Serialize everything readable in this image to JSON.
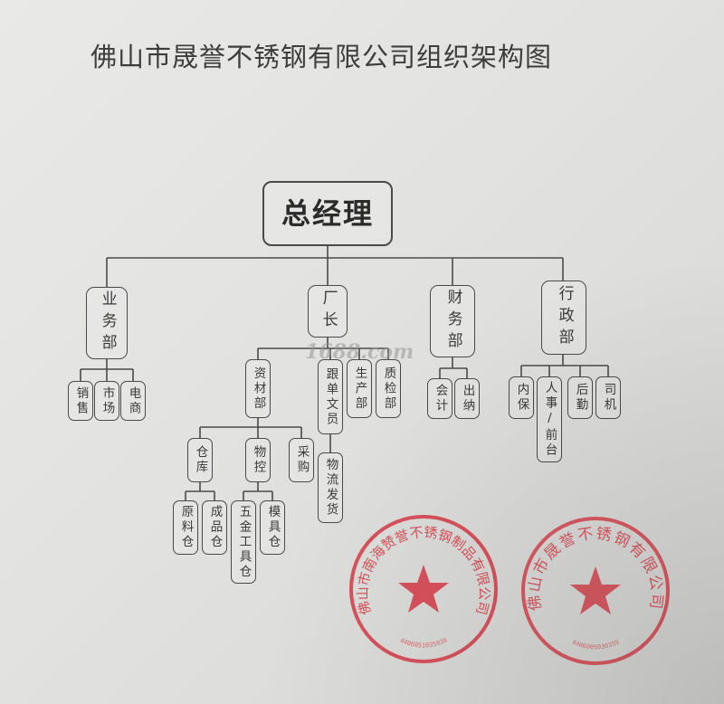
{
  "title": "佛山市晟誉不锈钢有限公司组织架构图",
  "watermark": "1688.com",
  "nodes": {
    "gm": "总经理",
    "sales": "业务部",
    "factory": "厂长",
    "finance": "财务部",
    "admin": "行政部",
    "sales_sub": [
      "销售",
      "市场",
      "电商"
    ],
    "factory_sub": [
      "资材部",
      "跟单文员",
      "生产部",
      "质检部"
    ],
    "logistics": "物流发货",
    "materials_sub": [
      "仓库",
      "物控",
      "采购"
    ],
    "warehouse_sub": [
      "原料仓",
      "成品仓"
    ],
    "control_sub": [
      "五金工具仓",
      "模具仓"
    ],
    "finance_sub": [
      "会计",
      "出纳"
    ],
    "admin_sub": [
      "内保",
      "人事/前台",
      "后勤",
      "司机"
    ]
  },
  "stamps": {
    "left_text": "佛山市南海赞誉不锈钢制品有限公司",
    "left_code": "4406051035939",
    "right_text": "佛山市晟誉不锈钢有限公司",
    "right_code": "4406005030359",
    "color": "#d83a45"
  },
  "colors": {
    "line": "#4a4a4a",
    "paper": "#e6e6e4"
  }
}
